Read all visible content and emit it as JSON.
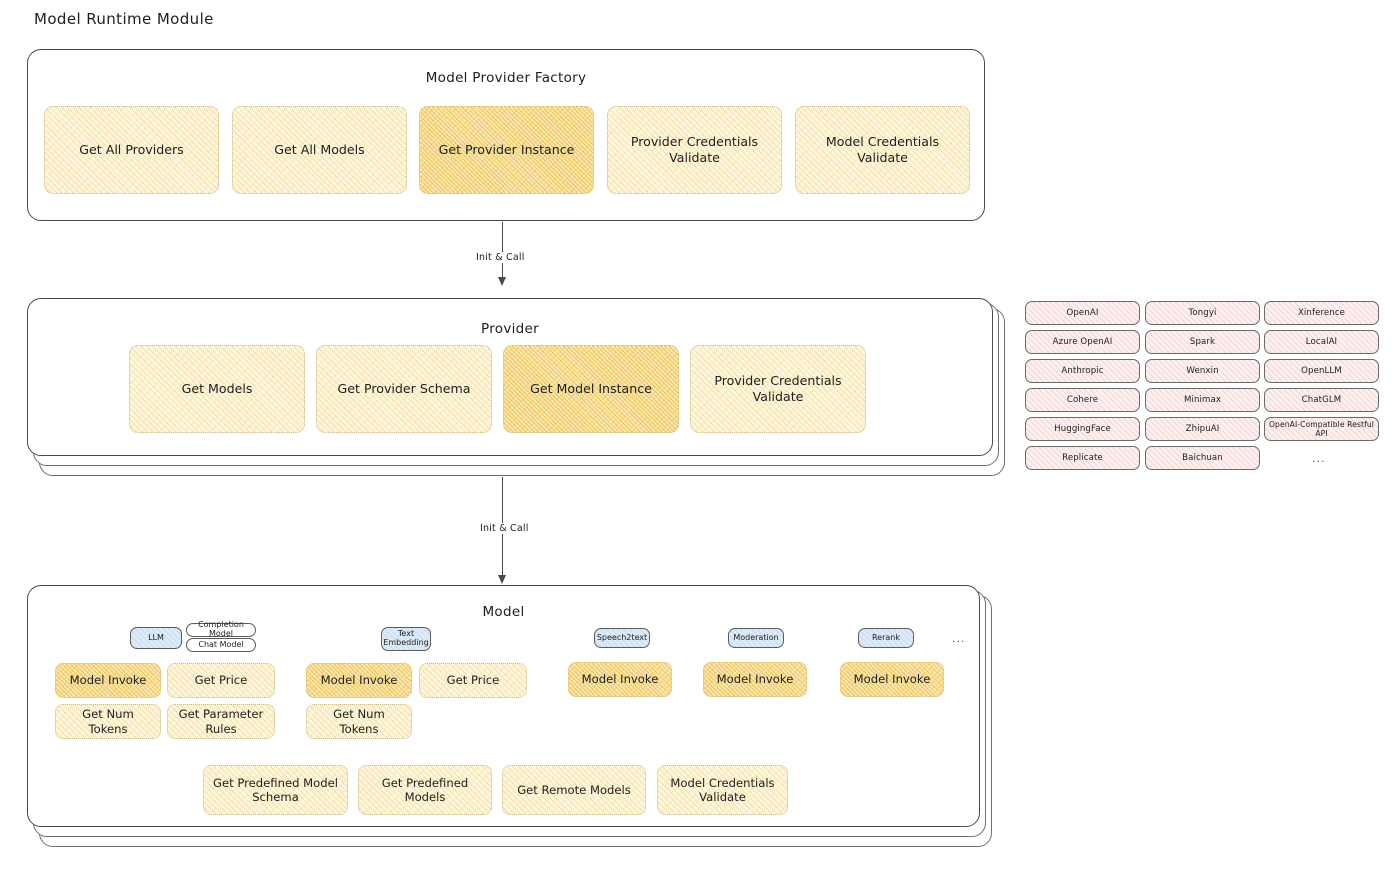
{
  "page": {
    "title": "Model Runtime Module"
  },
  "factory": {
    "title": "Model Provider Factory",
    "nodes": [
      {
        "label": "Get All Providers",
        "highlight": false
      },
      {
        "label": "Get All Models",
        "highlight": false
      },
      {
        "label": "Get Provider Instance",
        "highlight": true
      },
      {
        "label": "Provider Credentials Validate",
        "highlight": false
      },
      {
        "label": "Model Credentials Validate",
        "highlight": false
      }
    ]
  },
  "arrows": [
    {
      "label": "Init & Call"
    },
    {
      "label": "Init & Call"
    }
  ],
  "provider": {
    "title": "Provider",
    "nodes": [
      {
        "label": "Get Models",
        "highlight": false
      },
      {
        "label": "Get Provider Schema",
        "highlight": false
      },
      {
        "label": "Get Model Instance",
        "highlight": true
      },
      {
        "label": "Provider Credentials Validate",
        "highlight": false
      }
    ]
  },
  "provider_list": {
    "columns": [
      [
        "OpenAI",
        "Azure OpenAI",
        "Anthropic",
        "Cohere",
        "HuggingFace",
        "Replicate"
      ],
      [
        "Tongyi",
        "Spark",
        "Wenxin",
        "Minimax",
        "ZhipuAI",
        "Baichuan"
      ],
      [
        "Xinference",
        "LocalAI",
        "OpenLLM",
        "ChatGLM",
        "OpenAI-Compatible Restful API"
      ]
    ],
    "more": "..."
  },
  "model": {
    "title": "Model",
    "more": "...",
    "types": [
      {
        "name": "LLM",
        "sub_badges": [
          "Completion Model",
          "Chat Model"
        ],
        "methods": [
          "Model Invoke",
          "Get Price",
          "Get Num Tokens",
          "Get Parameter Rules"
        ]
      },
      {
        "name": "Text Embedding",
        "sub_badges": [],
        "methods": [
          "Model Invoke",
          "Get Price",
          "Get Num Tokens"
        ]
      },
      {
        "name": "Speech2text",
        "sub_badges": [],
        "methods": [
          "Model Invoke"
        ]
      },
      {
        "name": "Moderation",
        "sub_badges": [],
        "methods": [
          "Model Invoke"
        ]
      },
      {
        "name": "Rerank",
        "sub_badges": [],
        "methods": [
          "Model Invoke"
        ]
      }
    ],
    "common_methods": [
      "Get Predefined Model Schema",
      "Get Predefined Models",
      "Get Remote Models",
      "Model Credentials Validate"
    ]
  },
  "colors": {
    "node_fill": "#fdf6e0",
    "node_highlight": "#fbe8b4",
    "chip_fill": "#fdf0f0",
    "badge_fill": "#ddeaf7",
    "stroke": "#4a4a4a"
  }
}
